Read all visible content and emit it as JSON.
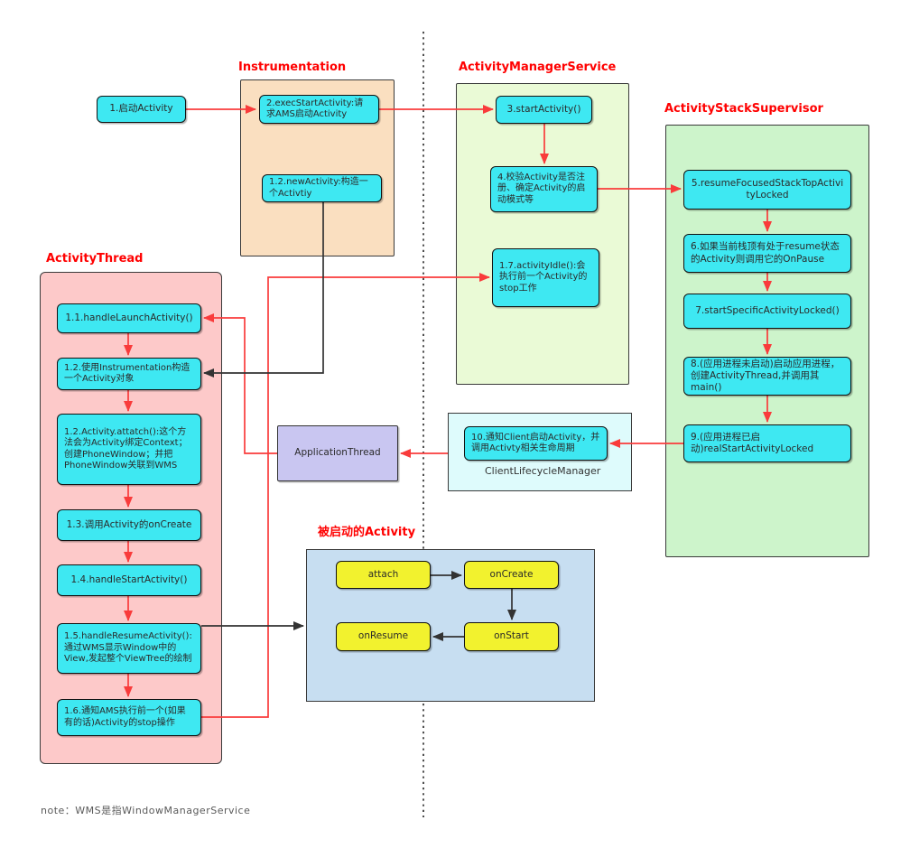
{
  "sections": {
    "instrumentation": "Instrumentation",
    "ams": "ActivityManagerService",
    "ass": "ActivityStackSupervisor",
    "activity_thread": "ActivityThread",
    "started_activity": "被启动的Activity",
    "clm": "ClientLifecycleManager"
  },
  "nodes": {
    "start": "1.启动Activity",
    "exec_start_activity": "2.execStartActivity:请求AMS启动Activity",
    "new_activity": "1.2.newActivity:构造一个Activtiy",
    "start_activity": "3.startActivity()",
    "check_activity": "4.校验Activity是否注册、确定Activity的启动模式等",
    "activity_idle": "1.7.activityIdle():会执行前一个Activity的stop工作",
    "resume_focused": "5.resumeFocusedStackTopActivityLocked",
    "pause_top_activity": "6.如果当前栈顶有处于resume状态的Activity则调用它的OnPause",
    "start_specific": "7.startSpecificActivityLocked()",
    "create_process": "8.(应用进程未启动)启动应用进程，创建ActivityThread,并调用其main()",
    "real_start": "9.(应用进程已启动)realStartActivityLocked",
    "notify_client": "10.通知Client启动Activity，并调用Activty相关生命周期",
    "application_thread": "ApplicationThread",
    "handle_launch": "1.1.handleLaunchActivity()",
    "create_with_instrumentation": "1.2.使用Instrumentation构造一个Activity对象",
    "activity_attach": "1.2.Activity.attatch():这个方法会为Activity绑定Context；创建PhoneWindow；并把PhoneWindow关联到WMS",
    "call_oncreate": "1.3.调用Activity的onCreate",
    "handle_start": "1.4.handleStartActivity()",
    "handle_resume": "1.5.handleResumeActivity():通过WMS显示Window中的View,发起整个ViewTree的绘制",
    "notify_stop": "1.6.通知AMS执行前一个(如果有的话)Activity的stop操作",
    "attach": "attach",
    "on_create": "onCreate",
    "on_start": "onStart",
    "on_resume": "onResume"
  },
  "note": "note：WMS是指WindowManagerService",
  "colors": {
    "node_cyan": "#3ee8f2",
    "node_yellow": "#f2f22e",
    "node_lavender": "#c9c6f1",
    "section_instrumentation": "#fadfc0",
    "section_ams": "#eafad6",
    "section_ass": "#cdf4cb",
    "section_activity_thread": "#fdc9c9",
    "section_started_activity": "#c7def1",
    "section_clm": "#defbfc",
    "label_red": "#ff0000",
    "arrow_red": "#f93b3b",
    "arrow_black": "#333333"
  }
}
